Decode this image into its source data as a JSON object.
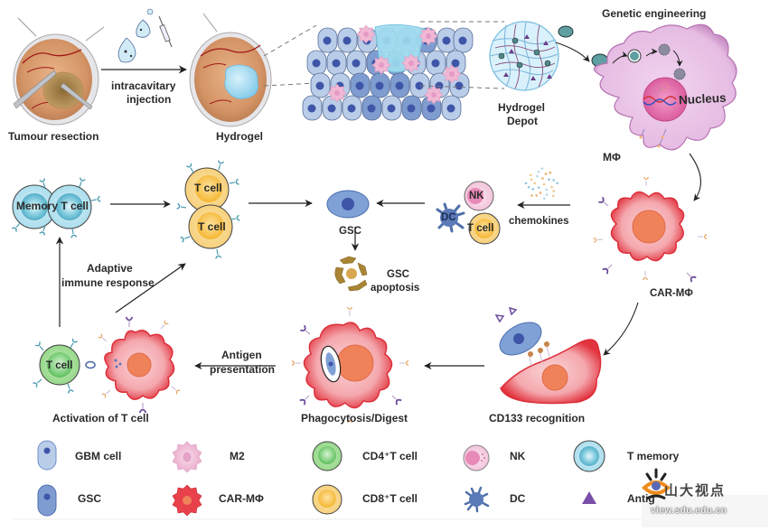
{
  "figure": {
    "top_row": {
      "tumour_resection": "Tumour resection",
      "injection_line1": "intracavitary",
      "injection_line2": "injection",
      "hydrogel": "Hydrogel",
      "hydrogel_depot_line1": "Hydrogel",
      "hydrogel_depot_line2": "Depot",
      "genetic_engineering": "Genetic engineering",
      "nucleus": "Nucleus",
      "macrophage": "MΦ"
    },
    "middle_row": {
      "memory_t_cell": "Memory T cell",
      "t_cell_1": "T cell",
      "t_cell_2": "T cell",
      "gsc": "GSC",
      "gsc_apoptosis_line1": "GSC",
      "gsc_apoptosis_line2": "apoptosis",
      "nk": "NK",
      "dc": "DC",
      "t_cell_3": "T cell",
      "chemokines": "chemokines",
      "car_macrophage": "CAR-MΦ",
      "adaptive_line1": "Adaptive",
      "adaptive_line2": "immune response"
    },
    "bottom_row": {
      "t_cell_activation_cell": "T cell",
      "activation": "Activation of T cell",
      "antigen_line1": "Antigen",
      "antigen_line2": "presentation",
      "phagocytosis": "Phagocytosis/Digest",
      "cd133": "CD133 recognition"
    },
    "legend": [
      {
        "label": "GBM cell",
        "icon": "gbm-cell-icon"
      },
      {
        "label": "M2",
        "icon": "m2-macrophage-icon"
      },
      {
        "label": "CD4⁺T cell",
        "icon": "cd4-t-cell-icon"
      },
      {
        "label": "NK",
        "icon": "nk-cell-icon"
      },
      {
        "label": "T memory",
        "icon": "t-memory-icon"
      },
      {
        "label": "GSC",
        "icon": "gsc-icon"
      },
      {
        "label": "CAR-MΦ",
        "icon": "car-macrophage-icon"
      },
      {
        "label": "CD8⁺T cell",
        "icon": "cd8-t-cell-icon"
      },
      {
        "label": "DC",
        "icon": "dendritic-cell-icon"
      },
      {
        "label": "Antigen",
        "icon": "antigen-icon"
      }
    ],
    "watermark": {
      "text": "山大视点",
      "url_text": "view.sdu.edu.cn"
    },
    "colors": {
      "gbm": "#b9cde9",
      "gsc": "#7f9cd0",
      "nucleus_blue": "#3f55a8",
      "car_red": "#e8414b",
      "car_fill": "#f6b8bd",
      "car_nucleus": "#f0825a",
      "cd4_green": "#7ccf7c",
      "cd8_yellow": "#f4c24a",
      "nk_pink": "#e88ab8",
      "macrophage_purple": "#e9b9e4",
      "memory_blue": "#9fd6e6",
      "antigen_purple": "#7a4fa8",
      "apoptosis_brown": "#a88434"
    }
  }
}
